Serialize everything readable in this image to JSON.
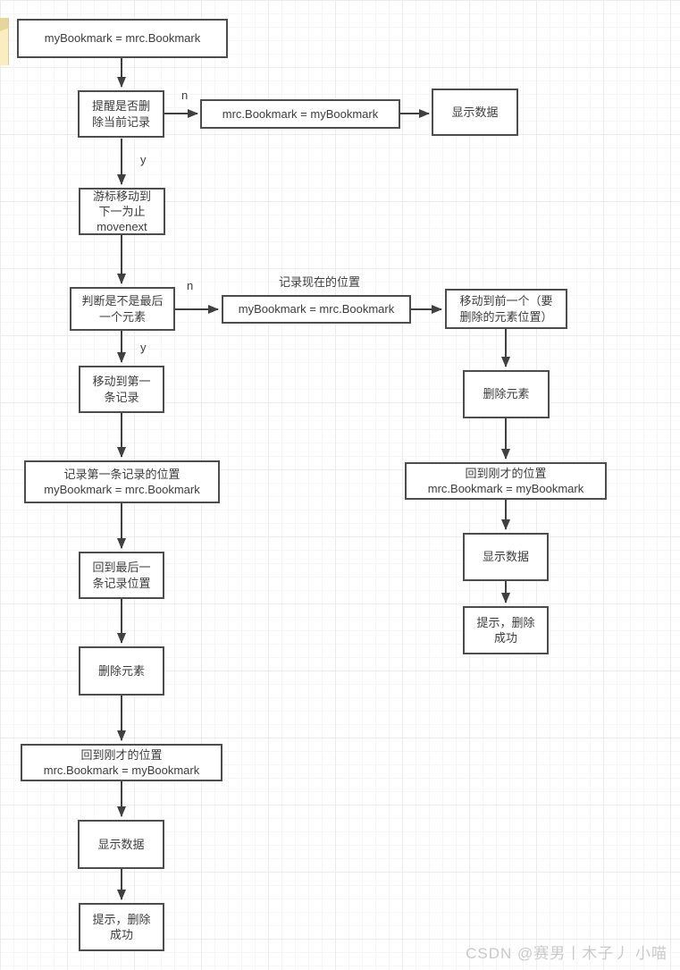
{
  "page": {
    "watermark": "CSDN @赛男丨木子丿 小喵"
  },
  "colors": {
    "node_border": "#4d4d4d",
    "node_fill": "#ffffff",
    "arrow": "#404040",
    "text": "#3d3d3d",
    "note_fill": "#faeec0",
    "grid_minor": "#f6f6f6",
    "grid_major": "#ececec",
    "watermark_text": "#c9c9c9"
  },
  "flowchart": {
    "annotation": "记录现在的位置",
    "branch_labels": {
      "no": "n",
      "yes": "y"
    },
    "nodes": [
      {
        "id": "init-bookmark",
        "label": "myBookmark = mrc.Bookmark"
      },
      {
        "id": "confirm-delete",
        "label": "提醒是否删\n除当前记录"
      },
      {
        "id": "restore-bookmark-top",
        "label": "mrc.Bookmark = myBookmark"
      },
      {
        "id": "show-data-top",
        "label": "显示数据"
      },
      {
        "id": "cursor-move-next",
        "label": "游标移动到\n下一为止\nmovenext"
      },
      {
        "id": "check-if-last",
        "label": "判断是不是最后\n一个元素"
      },
      {
        "id": "record-current-position",
        "label": "myBookmark = mrc.Bookmark"
      },
      {
        "id": "move-to-previous",
        "label": "移动到前一个（要\n删除的元素位置）"
      },
      {
        "id": "delete-element-right",
        "label": "删除元素"
      },
      {
        "id": "move-to-first",
        "label": "移动到第一\n条记录"
      },
      {
        "id": "record-first-position",
        "label": "记录第一条记录的位置\nmyBookmark = mrc.Bookmark"
      },
      {
        "id": "back-to-last-record",
        "label": "回到最后一\n条记录位置"
      },
      {
        "id": "delete-element-left",
        "label": "删除元素"
      },
      {
        "id": "back-to-position-left",
        "label": "回到刚才的位置\nmrc.Bookmark = myBookmark"
      },
      {
        "id": "show-data-left",
        "label": "显示数据"
      },
      {
        "id": "delete-success-left",
        "label": "提示，删除\n成功"
      },
      {
        "id": "back-to-position-right",
        "label": "回到刚才的位置\nmrc.Bookmark = myBookmark"
      },
      {
        "id": "show-data-right",
        "label": "显示数据"
      },
      {
        "id": "delete-success-right",
        "label": "提示，删除\n成功"
      }
    ]
  }
}
